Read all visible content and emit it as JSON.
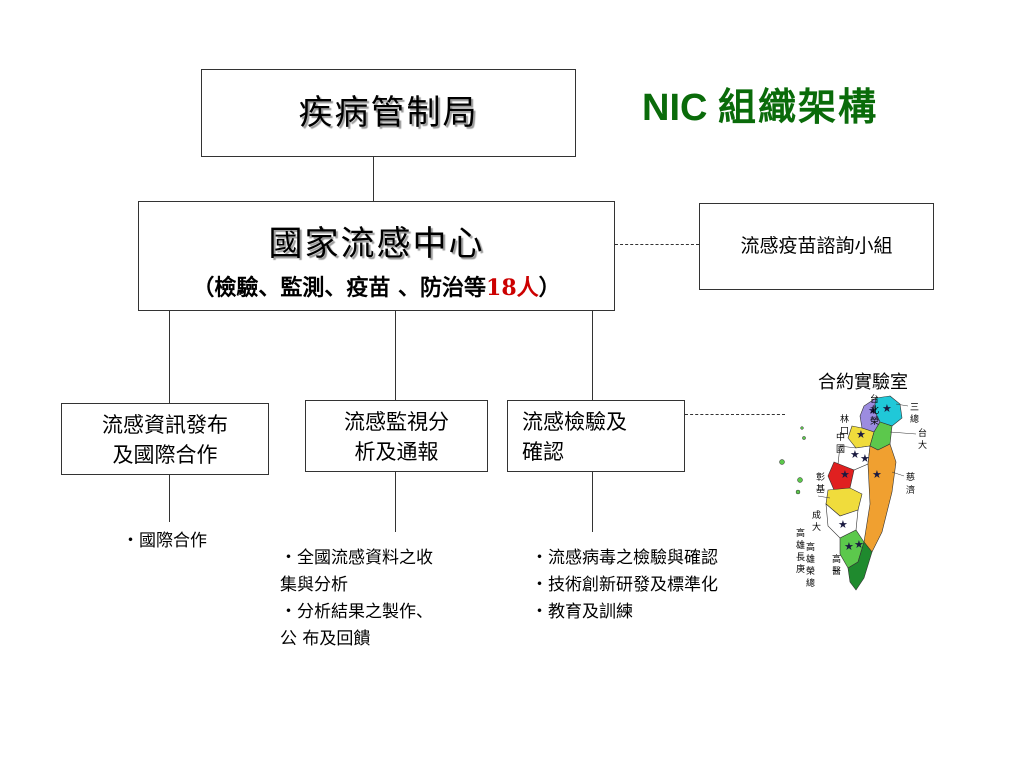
{
  "title": {
    "prefix": "NIC",
    "suffix": "組織架構"
  },
  "top_box": {
    "label": "疾病管制局"
  },
  "center_box": {
    "label": "國家流感中心",
    "sub_open": "（檢驗、監測、疫苗 、防治等",
    "sub_count": "18人",
    "sub_close": "）"
  },
  "advisory_box": {
    "label": "流感疫苗諮詢小組"
  },
  "units": [
    {
      "line1": "流感資訊發布",
      "line2": "及國際合作"
    },
    {
      "line1": "流感監視分",
      "line2": "析及通報"
    },
    {
      "line1": "流感檢驗及",
      "line2": "確認"
    }
  ],
  "notes": {
    "info": [
      "‧國際合作"
    ],
    "surveillance": [
      "・全國流感資料之收",
      "集與分析",
      "・分析結果之製作、",
      "公  布及回饋"
    ],
    "testing": [
      "・流感病毒之檢驗與確認",
      "・技術創新研發及標準化",
      "・教育及訓練"
    ]
  },
  "contract_labs": {
    "label": "合約實驗室",
    "map_labels": [
      "台",
      "北",
      "榮",
      "三",
      "總",
      "台",
      "大",
      "林",
      "口",
      "中",
      "國",
      "彰",
      "基",
      "慈",
      "濟",
      "成",
      "大",
      "高",
      "雄",
      "長",
      "庚",
      "高",
      "雄",
      "榮",
      "總",
      "高",
      "醫"
    ]
  },
  "colors": {
    "title_green": "#0a6b0a",
    "count_red": "#cc0000",
    "map_yellow": "#f0dc3c",
    "map_orange": "#f0a030",
    "map_green": "#5cc84c",
    "map_red": "#e02020",
    "map_purple": "#9c8ce0",
    "map_cyan": "#20c8d8"
  }
}
